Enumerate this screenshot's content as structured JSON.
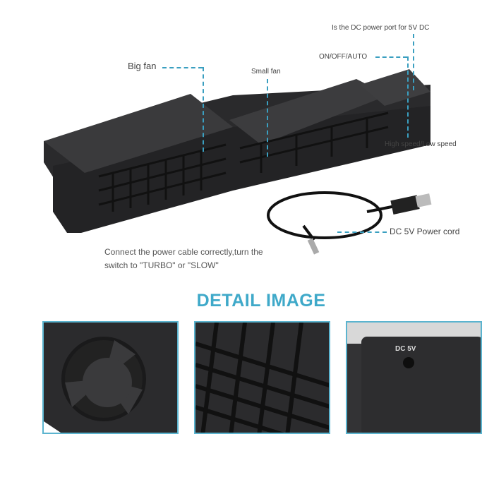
{
  "callouts": {
    "big_fan": "Big fan",
    "small_fan": "Small fan",
    "dc_port": "Is the DC power port for 5V DC",
    "on_off_auto": "ON/OFF/AUTO",
    "speed": "High speed/Low speed",
    "power_cord": "DC 5V Power cord"
  },
  "instruction": {
    "line1": "Connect the power cable correctly,turn the",
    "line2": "switch to \"TURBO\" or \"SLOW\""
  },
  "detail": {
    "title": "DETAIL IMAGE",
    "panel3_label": "DC 5V"
  },
  "colors": {
    "accent": "#3fa9c9",
    "device": "#2b2b2d"
  }
}
